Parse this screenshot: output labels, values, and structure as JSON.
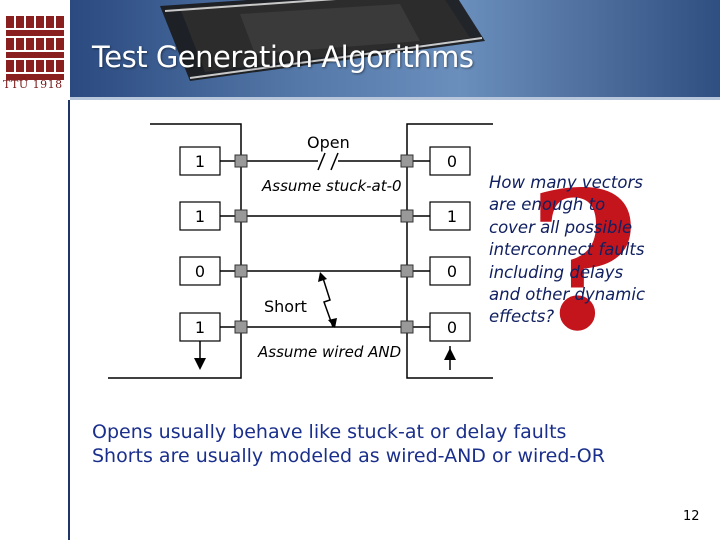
{
  "slide": {
    "title": "Test Generation Algorithms",
    "logo_text": "TTÜ 1918",
    "page_number": "12"
  },
  "diagram": {
    "open_label": "Open",
    "assume_open": "Assume stuck-at-0",
    "short_label": "Short",
    "assume_short": "Assume wired AND",
    "inputs": [
      "1",
      "1",
      "0",
      "1"
    ],
    "outputs": [
      "0",
      "1",
      "0",
      "0"
    ],
    "question_mark": "?"
  },
  "question": [
    "How many vectors",
    "are enough to",
    "cover all possible",
    "interconnect faults",
    "including delays",
    "and other dynamic",
    "effects?"
  ],
  "bullets": [
    "Opens usually behave like stuck-at or delay faults",
    "Shorts are usually modeled as wired-AND or wired-OR"
  ],
  "colors": {
    "header_blue": "#2b4a80",
    "logo_red": "#7a1a1a",
    "bullet_text": "#1a2f8c",
    "question_mark": "#c4141c"
  }
}
